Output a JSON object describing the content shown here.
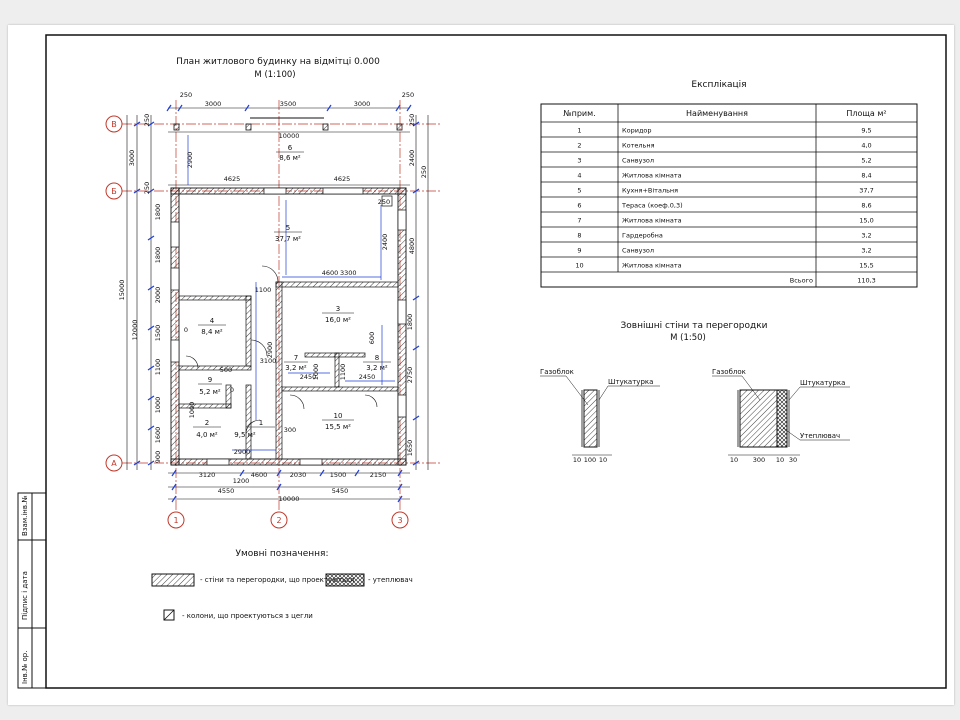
{
  "plan": {
    "title": "План житлового будинку на відмітці 0.000",
    "scale": "М (1:100)",
    "axes": {
      "rows": [
        "В",
        "Б",
        "А"
      ],
      "cols": [
        "1",
        "2",
        "3"
      ]
    },
    "top_dims": [
      "250",
      "3000",
      "3500",
      "3000",
      "250"
    ],
    "top_total": "10000",
    "mid_dims_left": "4625",
    "mid_dims_right": "4625",
    "bottom_dims": [
      "3120",
      "4600",
      "2030",
      "1500",
      "2150"
    ],
    "bottom_dims2": [
      "4550",
      "5450"
    ],
    "bottom_total": "10000",
    "left_dims_outer": [
      "250",
      "3000",
      "250",
      "1800",
      "1800",
      "2000",
      "1500",
      "1100",
      "1000",
      "1600",
      "900"
    ],
    "left_total": [
      "15000",
      "12000"
    ],
    "right_dims": [
      "250",
      "2400",
      "250",
      "4800",
      "1800",
      "2750",
      "1650"
    ],
    "inner_dims": [
      "2900",
      "2400",
      "4600",
      "1100",
      "2450",
      "2450",
      "300",
      "2900",
      "1200",
      "250",
      "1000",
      "500",
      "1100",
      "3300",
      "2900",
      "1000",
      "600",
      "0",
      "0",
      "3100"
    ],
    "rooms": [
      {
        "num": "1",
        "area": "9,5 м²"
      },
      {
        "num": "2",
        "area": "4,0 м²"
      },
      {
        "num": "3",
        "area": "16,0 м²"
      },
      {
        "num": "4",
        "area": "8,4 м²"
      },
      {
        "num": "5",
        "area": "37,7 м²"
      },
      {
        "num": "6",
        "area": "8,6 м²"
      },
      {
        "num": "7",
        "area": "3,2 м²"
      },
      {
        "num": "8",
        "area": "3,2 м²"
      },
      {
        "num": "9",
        "area": "5,2 м²"
      },
      {
        "num": "10",
        "area": "15,5 м²"
      }
    ]
  },
  "explication": {
    "title": "Експлікація",
    "headers": [
      "№прим.",
      "Найменування",
      "Площа м²"
    ],
    "rows": [
      [
        "1",
        "Коридор",
        "9,5"
      ],
      [
        "2",
        "Котельня",
        "4,0"
      ],
      [
        "3",
        "Санвузол",
        "5,2"
      ],
      [
        "4",
        "Житлова кімната",
        "8,4"
      ],
      [
        "5",
        "Кухня+Вітальня",
        "37,7"
      ],
      [
        "6",
        "Тераса (коеф.0,3)",
        "8,6"
      ],
      [
        "7",
        "Житлова кімната",
        "15,0"
      ],
      [
        "8",
        "Гардеробна",
        "3,2"
      ],
      [
        "9",
        "Санвузол",
        "3,2"
      ],
      [
        "10",
        "Житлова кімната",
        "15,5"
      ]
    ],
    "total_label": "Всього",
    "total_value": "110,3"
  },
  "walls": {
    "title": "Зовнішні стіни та перегородки",
    "scale": "М (1:50)",
    "partition": {
      "material": "Газоблок",
      "plaster": "Штукатурка",
      "dims": [
        "10",
        "100",
        "10"
      ]
    },
    "exterior": {
      "material": "Газоблок",
      "plaster": "Штукатурка",
      "insulation": "Утеплювач",
      "dims": [
        "10",
        "300",
        "10",
        "30"
      ]
    }
  },
  "legend": {
    "title": "Умовні позначення:",
    "items": [
      "- стіни та перегородки, що проектуються",
      "- утеплювач",
      "- колони, що проектуються з цегли"
    ]
  },
  "stamp": {
    "fields": [
      "Взам.інв.№",
      "Підпис і дата",
      "Інв.№ ор."
    ]
  },
  "colors": {
    "axis_red": "#c0392b",
    "line": "#111111",
    "dim_blue": "#1f3fd6"
  }
}
